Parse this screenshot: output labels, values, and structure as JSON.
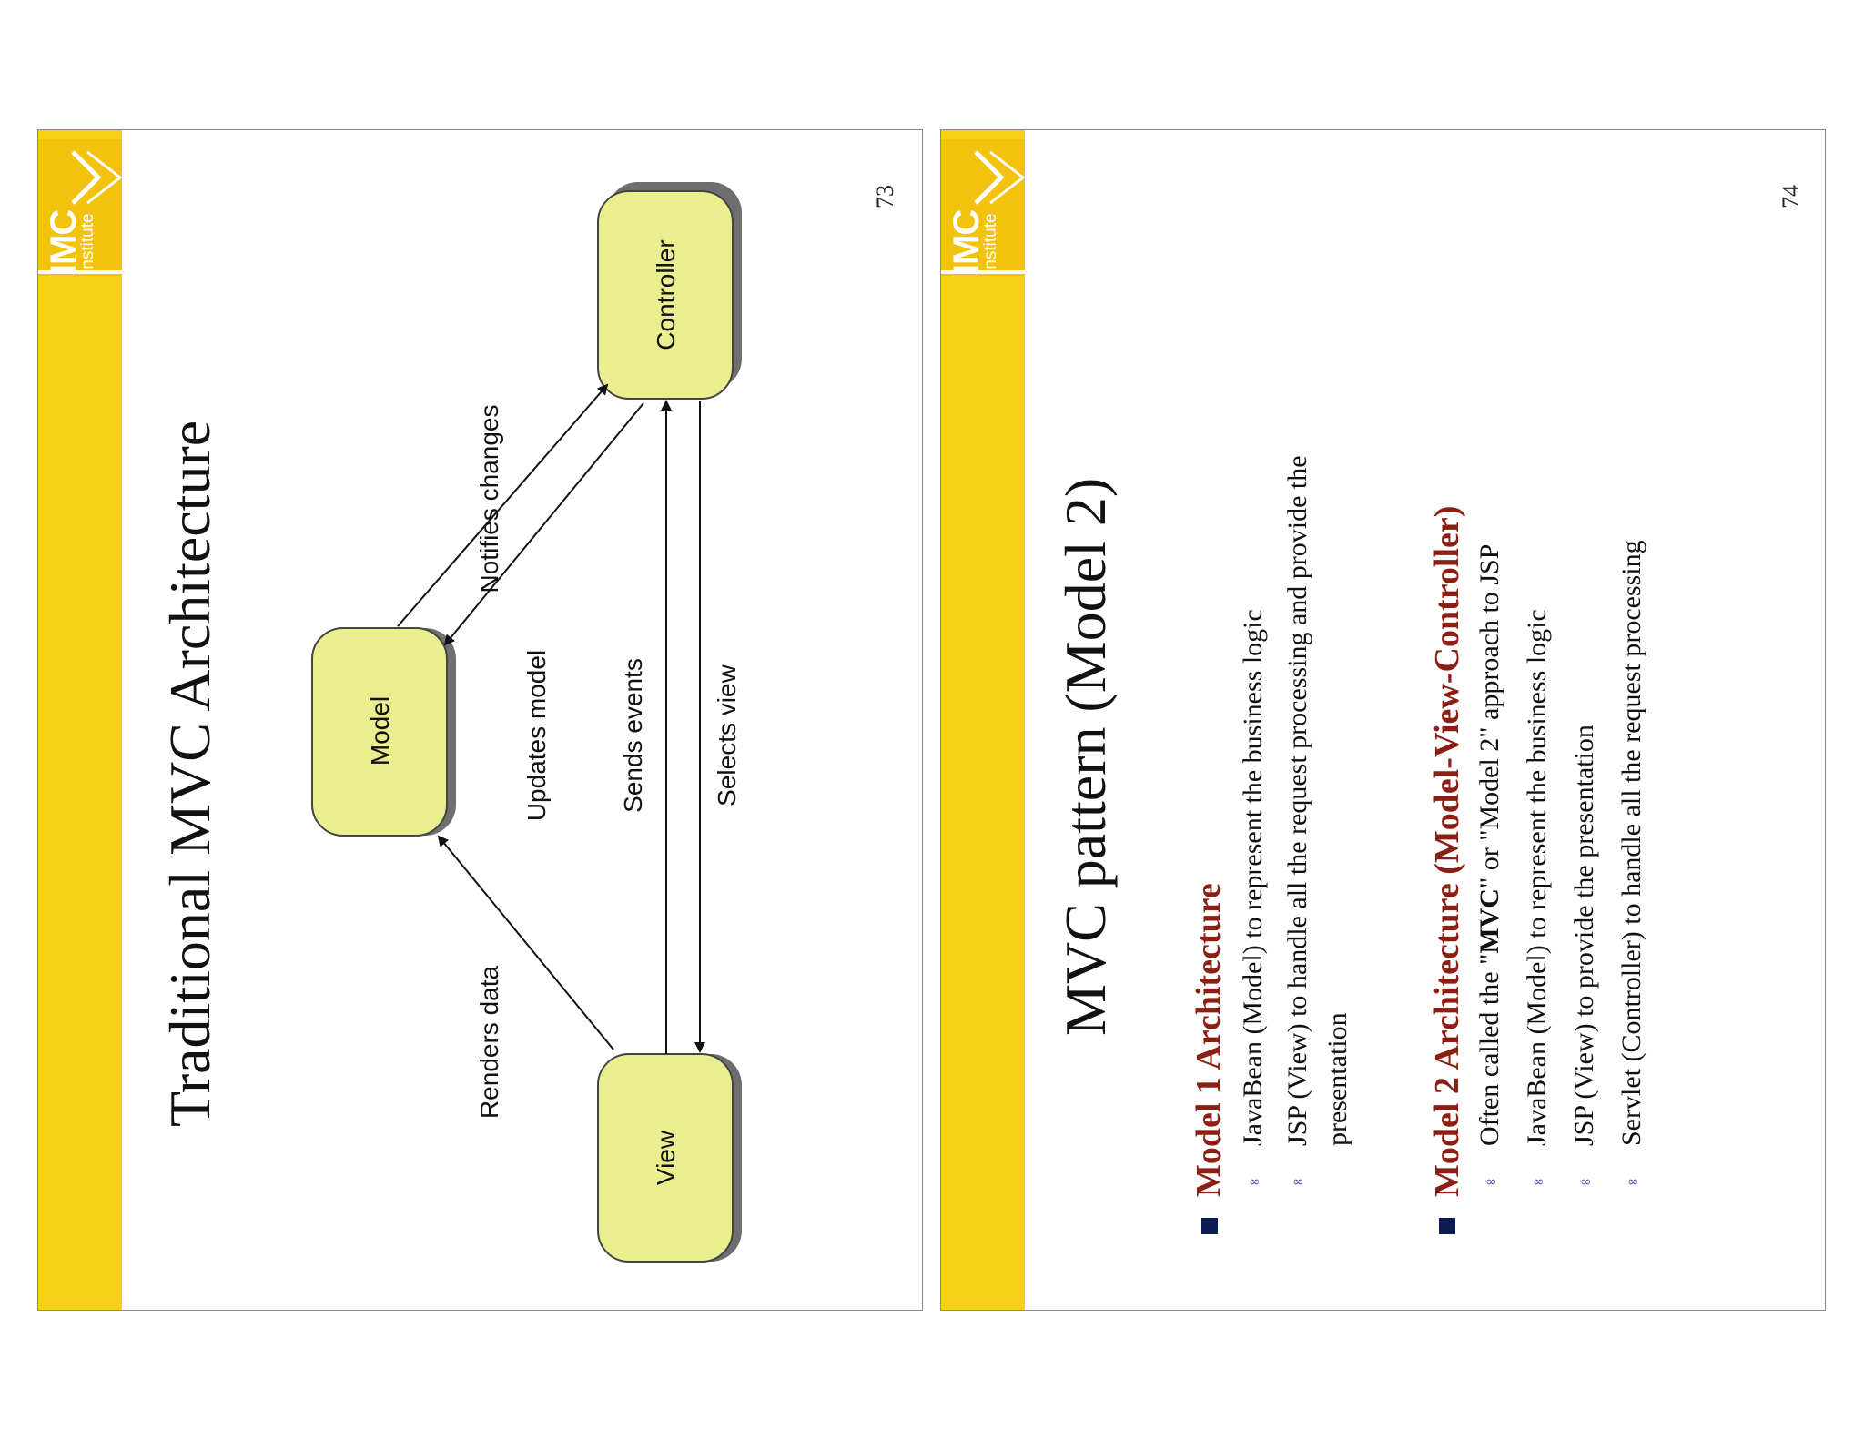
{
  "logo": {
    "imc": "IMC",
    "institute": "Institute"
  },
  "slide73": {
    "title": "Traditional MVC Architecture",
    "page_number": "73",
    "nodes": {
      "model": "Model",
      "view": "View",
      "controller": "Controller"
    },
    "edges": {
      "notifies_changes": "Notifies changes",
      "updates_model": "Updates model",
      "sends_events": "Sends events",
      "selects_view": "Selects view",
      "renders_data": "Renders data"
    },
    "colors": {
      "node_fill": "#eaee8f",
      "band": "#f7d117"
    }
  },
  "slide74": {
    "title": "MVC pattern (Model 2)",
    "page_number": "74",
    "sections": [
      {
        "heading": "Model 1 Architecture",
        "items": [
          "JavaBean (Model) to represent the business logic",
          "JSP (View) to handle all the request processing and provide the",
          "presentation"
        ]
      },
      {
        "heading": "Model 2 Architecture (Model-View-Controller)",
        "items": [
          {
            "pre": "Often called the \"",
            "bold": "MVC",
            "post": "\" or \"Model 2\" approach to JSP"
          },
          "JavaBean (Model) to represent the business logic",
          "JSP (View) to provide the presentation",
          "Servlet (Controller) to handle all the request processing"
        ]
      }
    ],
    "colors": {
      "heading": "#8b1f13",
      "bullet": "#0d1c52",
      "band": "#f7d117"
    }
  }
}
